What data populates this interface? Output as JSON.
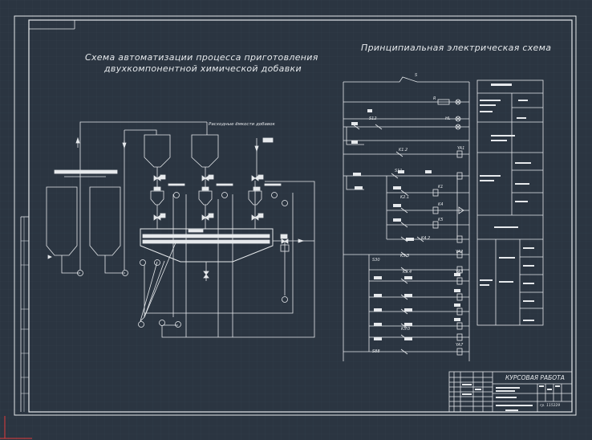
{
  "titles": {
    "scheme_line1": "Схема автоматизации процесса приготовления",
    "scheme_line2": "двухкомпонентной химической добавки",
    "electrical": "Принципиальная электрическая схема",
    "coursework": "КУРСОВАЯ РАБОТА",
    "group": "гр. 115229"
  },
  "process": {
    "feed_label": "Расходные ёмкости добавок"
  },
  "electrical": {
    "labels": {
      "s": "S",
      "r": "R",
      "hl": "HL",
      "s12": "S12",
      "k12": "K1.2",
      "ya1": "YA1",
      "s11": "S11",
      "k1": "K1",
      "k2": "K2.1",
      "k4": "K4",
      "k5": "K5",
      "k42": "K4.2",
      "s30": "S30",
      "k33": "K3.3",
      "ya2": "YA2",
      "k34": "K3.4",
      "ya3": "YA3",
      "k53": "K5.3",
      "s88": "S88",
      "ya7": "YA7"
    }
  }
}
